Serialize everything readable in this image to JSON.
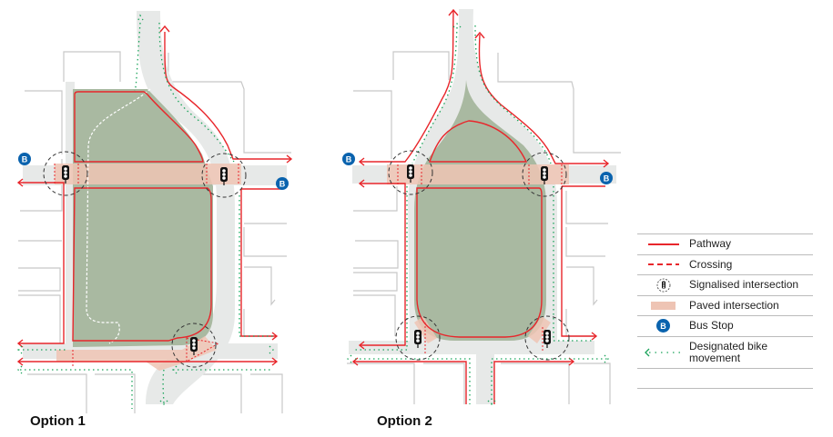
{
  "options": [
    {
      "label": "Option 1"
    },
    {
      "label": "Option 2"
    }
  ],
  "legend": {
    "items": [
      {
        "label": "Pathway",
        "icon": "pathway-line"
      },
      {
        "label": "Crossing",
        "icon": "crossing-dashed-line"
      },
      {
        "label": "Signalised intersection",
        "icon": "traffic-signal-icon"
      },
      {
        "label": "Paved intersection",
        "icon": "paved-swatch"
      },
      {
        "label": "Bus Stop",
        "icon": "bus-stop-icon"
      },
      {
        "label": "Designated bike movement",
        "icon": "bike-dotted-arrow"
      }
    ],
    "bus_letter": "B"
  },
  "colors": {
    "pathway": "#e8262b",
    "bike": "#1aa35a",
    "park": "#a9b9a1",
    "road": "#e7e9e8",
    "paved": "#eec4b4",
    "bus": "#0a63ae"
  }
}
